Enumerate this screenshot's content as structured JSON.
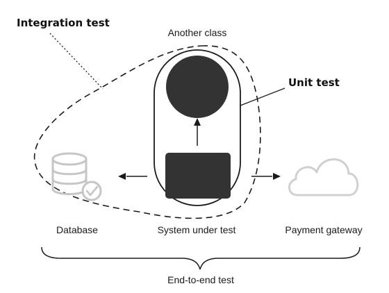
{
  "labels": {
    "integration_test": "Integration test",
    "another_class": "Another class",
    "unit_test": "Unit test",
    "database": "Database",
    "system_under_test": "System under test",
    "payment_gateway": "Payment gateway",
    "end_to_end_test": "End-to-end test"
  },
  "colors": {
    "dark_block": "#333333",
    "outline": "#1a1a1a",
    "database_icon": "#c6c6c6",
    "cloud_icon": "#d0d0d0",
    "text": "#1a1a1a"
  },
  "icons": {
    "database": "database-check-icon",
    "payment_gateway": "cloud-icon"
  }
}
